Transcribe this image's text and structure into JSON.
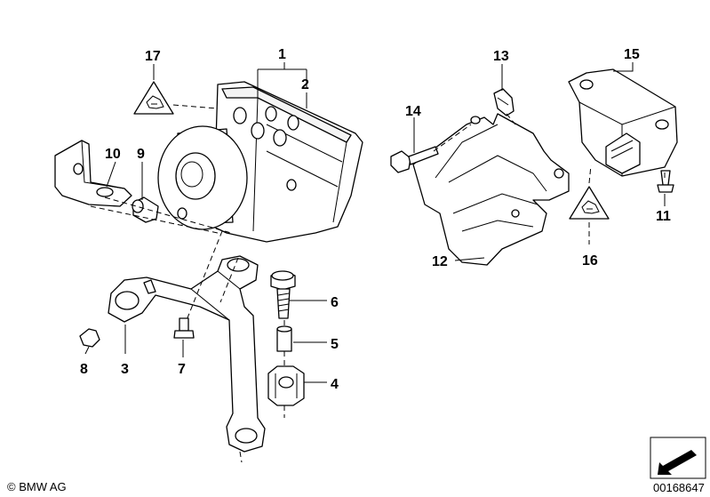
{
  "labels": {
    "l1": "1",
    "l2": "2",
    "l3": "3",
    "l4": "4",
    "l5": "5",
    "l6": "6",
    "l7": "7",
    "l8": "8",
    "l9": "9",
    "l10": "10",
    "l11": "11",
    "l12": "12",
    "l13": "13",
    "l14": "14",
    "l15": "15",
    "l16": "16",
    "l17": "17"
  },
  "footer": {
    "copyright": "© BMW AG",
    "diagram_number": "00168647"
  }
}
